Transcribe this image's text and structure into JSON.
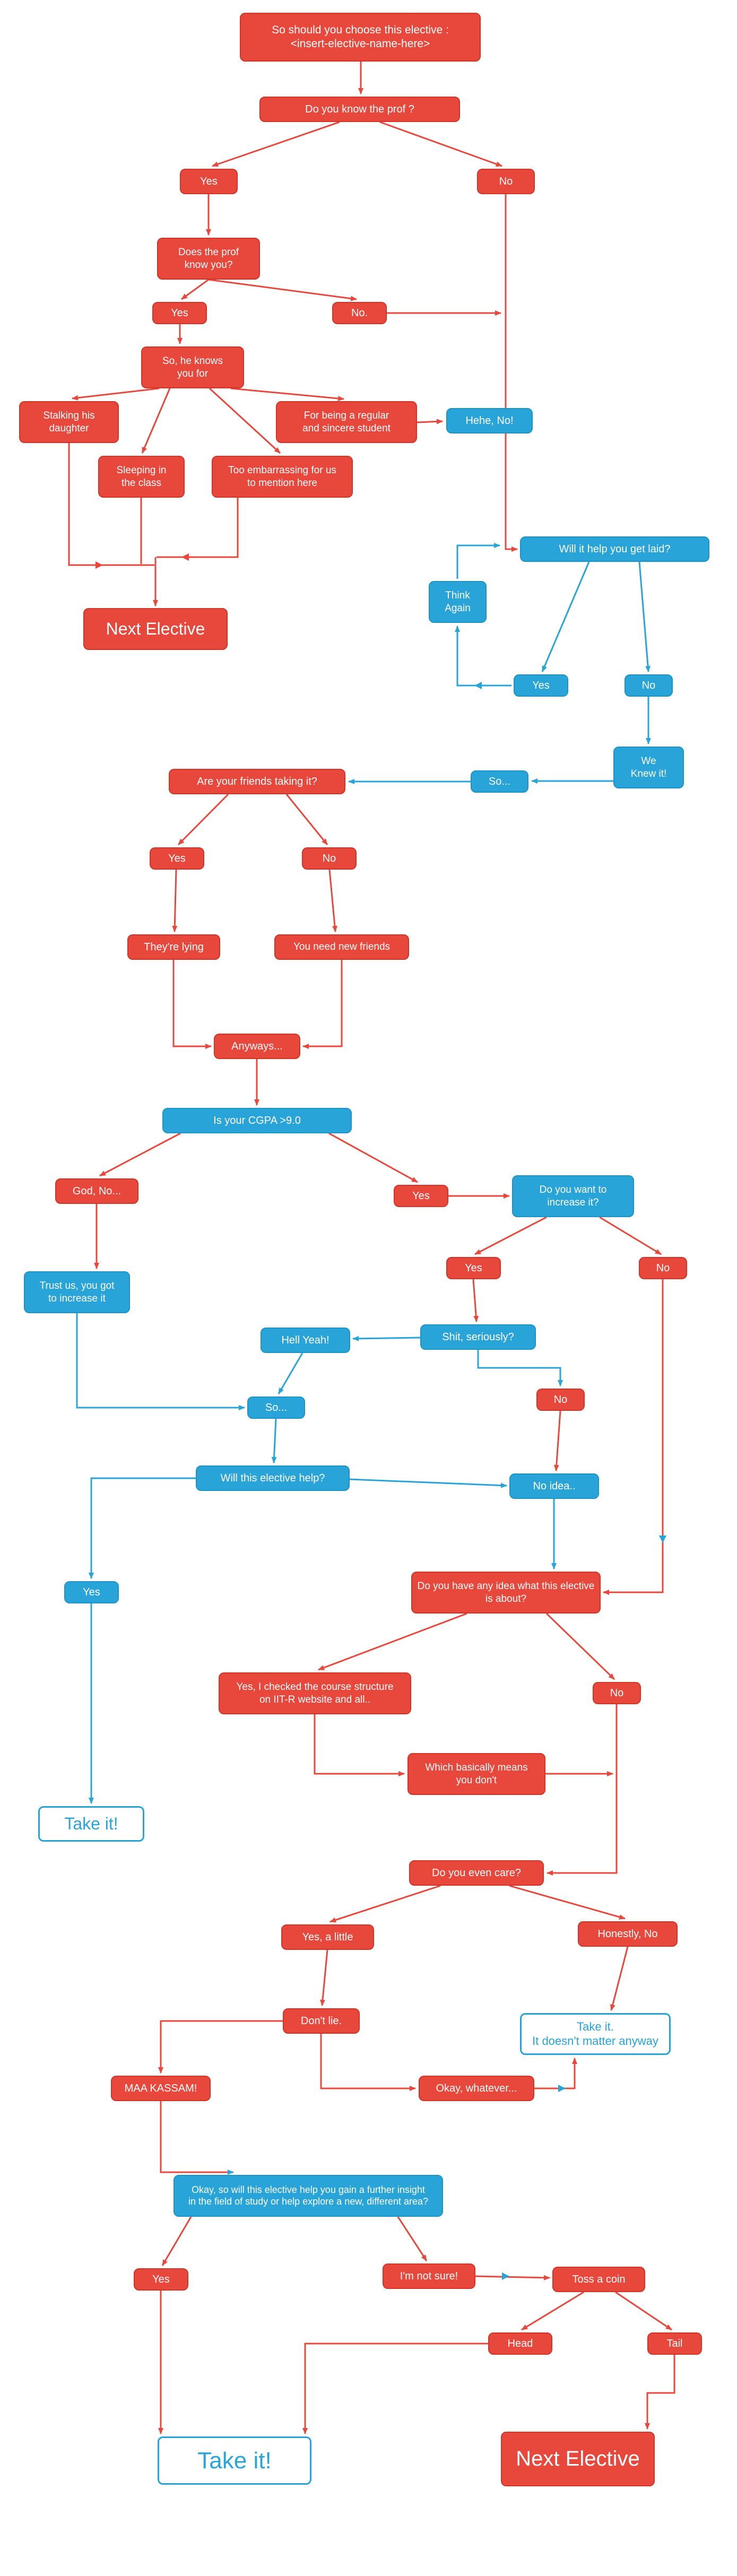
{
  "colors": {
    "node_red": "#e8473c",
    "node_blue": "#29a4d9",
    "background": "#ffffff"
  },
  "nodes": {
    "title": {
      "label": "So should you choose this elective :\n<insert-elective-name-here>"
    },
    "know_prof": {
      "label": "Do you know the prof ?"
    },
    "yes1": {
      "label": "Yes"
    },
    "no1": {
      "label": "No"
    },
    "prof_know_you": {
      "label": "Does the prof\nknow you?"
    },
    "yes2": {
      "label": "Yes"
    },
    "no2": {
      "label": "No."
    },
    "knows_you_for": {
      "label": "So, he knows\nyou for"
    },
    "stalking": {
      "label": "Stalking his\ndaughter"
    },
    "regular": {
      "label": "For being a regular\nand sincere student"
    },
    "hehe": {
      "label": "Hehe, No!"
    },
    "sleeping": {
      "label": "Sleeping in\nthe class"
    },
    "embarrassing": {
      "label": "Too embarrassing for us\nto mention here"
    },
    "get_laid": {
      "label": "Will it help you get laid?"
    },
    "think_again": {
      "label": "Think\nAgain"
    },
    "next_elective_1": {
      "label": "Next Elective"
    },
    "yes3": {
      "label": "Yes"
    },
    "no3": {
      "label": "No"
    },
    "we_knew": {
      "label": "We\nKnew it!"
    },
    "so1": {
      "label": "So..."
    },
    "friends": {
      "label": "Are your friends taking it?"
    },
    "yes4": {
      "label": "Yes"
    },
    "no4": {
      "label": "No"
    },
    "lying": {
      "label": "They're lying"
    },
    "new_friends": {
      "label": "You need new friends"
    },
    "anyways": {
      "label": "Anyways..."
    },
    "cgpa": {
      "label": "Is your CGPA >9.0"
    },
    "god_no": {
      "label": "God, No..."
    },
    "yes5": {
      "label": "Yes"
    },
    "increase": {
      "label": "Do you want to\nincrease it?"
    },
    "trust_us": {
      "label": "Trust us, you got\nto increase it"
    },
    "yes6": {
      "label": "Yes"
    },
    "no5": {
      "label": "No"
    },
    "hell_yeah": {
      "label": "Hell Yeah!"
    },
    "seriously": {
      "label": "Shit, seriously?"
    },
    "no6": {
      "label": "No"
    },
    "so2": {
      "label": "So..."
    },
    "will_help": {
      "label": "Will this elective help?"
    },
    "no_idea": {
      "label": "No idea.."
    },
    "yes7": {
      "label": "Yes"
    },
    "any_idea": {
      "label": "Do you have any idea what this elective\nis about?"
    },
    "checked": {
      "label": "Yes, I checked the course structure\non IIT-R website and all.."
    },
    "no7": {
      "label": "No"
    },
    "basically": {
      "label": "Which basically means\nyou don't"
    },
    "take_it_1": {
      "label": "Take it!"
    },
    "care": {
      "label": "Do you even care?"
    },
    "yes_little": {
      "label": "Yes, a little"
    },
    "honestly": {
      "label": "Honestly, No"
    },
    "dont_lie": {
      "label": "Don't lie."
    },
    "anyway": {
      "label": "Take it.\nIt doesn't matter anyway"
    },
    "kassam": {
      "label": "MAA KASSAM!"
    },
    "whatever": {
      "label": "Okay, whatever..."
    },
    "okay_so": {
      "label": "Okay, so will this elective help you gain a further insight\nin the field of study or help explore a new, different area?"
    },
    "yes8": {
      "label": "Yes"
    },
    "not_sure": {
      "label": "I'm not sure!"
    },
    "toss": {
      "label": "Toss a coin"
    },
    "head": {
      "label": "Head"
    },
    "tail": {
      "label": "Tail"
    },
    "take_big": {
      "label": "Take it!"
    },
    "next_big": {
      "label": "Next Elective"
    }
  }
}
